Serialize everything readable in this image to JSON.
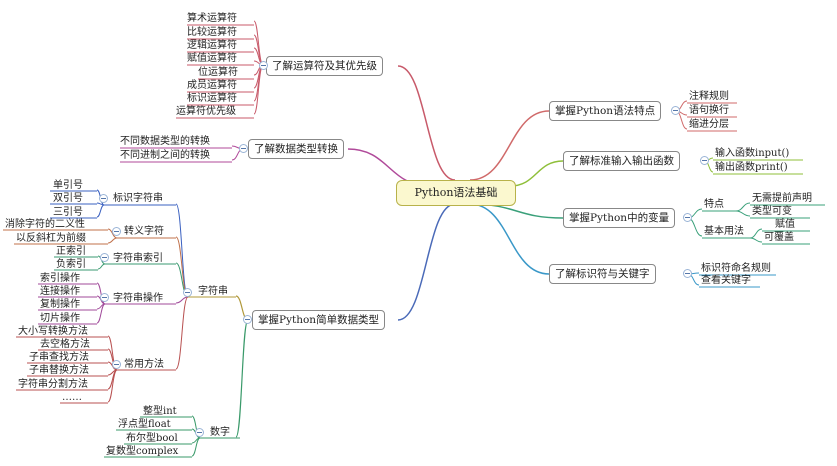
{
  "root": "Python语法基础",
  "branches": {
    "operators": {
      "title": "了解运算符及其优先级",
      "items": [
        "算术运算符",
        "比较运算符",
        "逻辑运算符",
        "赋值运算符",
        "位运算符",
        "成员运算符",
        "标识运算符",
        "运算符优先级"
      ]
    },
    "conversion": {
      "title": "了解数据类型转换",
      "items": [
        "不同数据类型的转换",
        "不同进制之间的转换"
      ]
    },
    "syntax": {
      "title": "掌握Python语法特点",
      "items": [
        "注释规则",
        "语句换行",
        "缩进分层"
      ]
    },
    "io": {
      "title": "了解标准输入输出函数",
      "items": [
        "输入函数input()",
        "输出函数print()"
      ]
    },
    "variables": {
      "title": "掌握Python中的变量",
      "features_label": "特点",
      "features": [
        "无需提前声明",
        "类型可变"
      ],
      "usage_label": "基本用法",
      "usage": [
        "赋值",
        "可覆盖"
      ]
    },
    "identifiers": {
      "title": "了解标识符与关键字",
      "items": [
        "标识符命名规则",
        "查看关键字"
      ]
    },
    "datatypes": {
      "title": "掌握Python简单数据类型",
      "string": {
        "label": "字符串",
        "quotes": {
          "label": "标识字符串",
          "items": [
            "单引号",
            "双引号",
            "三引号"
          ]
        },
        "escape": {
          "label": "转义字符",
          "items": [
            "消除字符的二义性",
            "以反斜杠为前缀"
          ]
        },
        "index": {
          "label": "字符串索引",
          "items": [
            "正索引",
            "负索引"
          ]
        },
        "ops": {
          "label": "字符串操作",
          "items": [
            "索引操作",
            "连接操作",
            "复制操作",
            "切片操作"
          ]
        },
        "methods": {
          "label": "常用方法",
          "items": [
            "大小写转换方法",
            "去空格方法",
            "子串查找方法",
            "子串替换方法",
            "字符串分割方法",
            "……"
          ]
        }
      },
      "number": {
        "label": "数字",
        "items": [
          "整型int",
          "浮点型float",
          "布尔型bool",
          "复数型complex"
        ]
      }
    }
  },
  "colors": {
    "operators": "#c85a6a",
    "conversion": "#b04a9a",
    "syntax": "#d06a6a",
    "io": "#8fbf3a",
    "variables": "#3aa07a",
    "identifiers": "#3a98c8",
    "datatypes": "#4a6ab8",
    "strings": "#b0983a",
    "numbers": "#3a9a6a",
    "sub_a": "#3a60c0",
    "sub_b": "#c0704a",
    "sub_c": "#3a9a70",
    "sub_d": "#a04a9a",
    "sub_e": "#b85050",
    "leaf": "#c94d4d"
  }
}
